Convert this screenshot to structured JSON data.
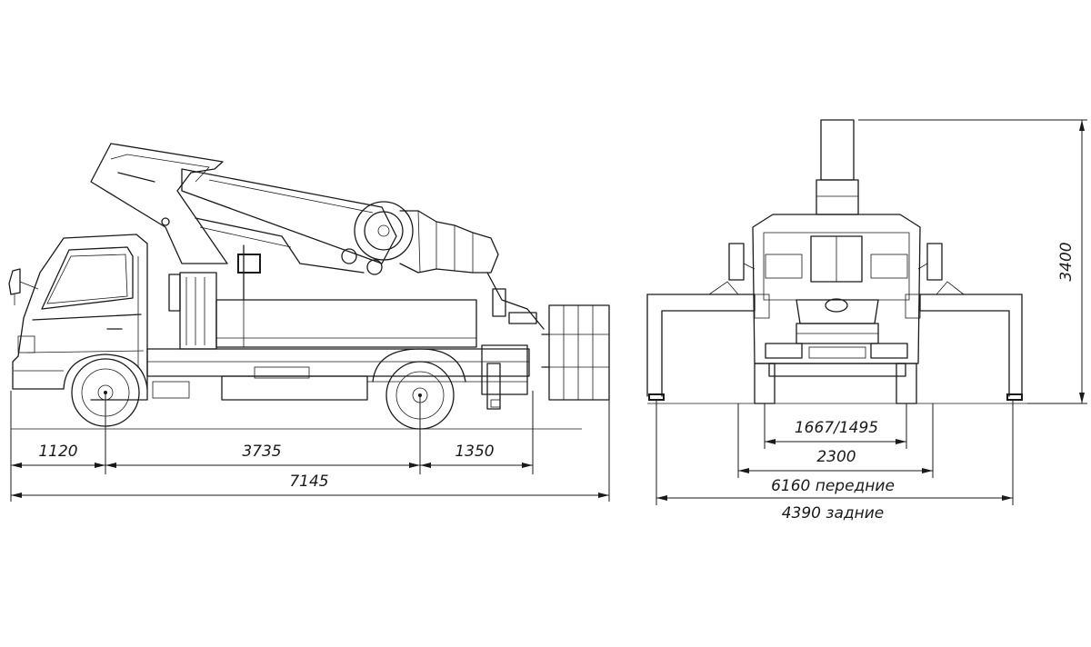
{
  "drawing": {
    "side_view": {
      "dim_front_overhang": "1120",
      "dim_wheelbase": "3735",
      "dim_rear_overhang": "1350",
      "dim_overall_length": "7145"
    },
    "front_view": {
      "dim_track": "1667/1495",
      "dim_width": "2300",
      "dim_outrigger_front": "6160 передние",
      "dim_outrigger_rear": "4390 задние",
      "dim_height": "3400"
    }
  }
}
